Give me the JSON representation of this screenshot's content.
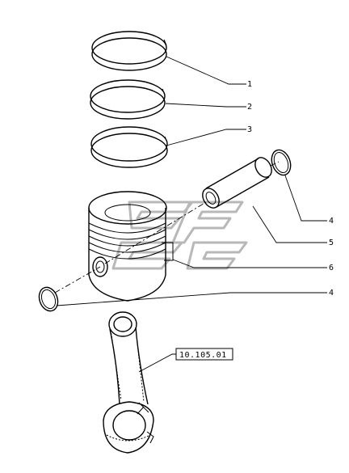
{
  "diagram": {
    "callouts": [
      {
        "id": "c1",
        "text": "1"
      },
      {
        "id": "c2",
        "text": "2"
      },
      {
        "id": "c3",
        "text": "3"
      },
      {
        "id": "c4a",
        "text": "4"
      },
      {
        "id": "c5",
        "text": "5"
      },
      {
        "id": "c6",
        "text": "6"
      },
      {
        "id": "c4b",
        "text": "4"
      }
    ],
    "reference_label": "10.105.01"
  }
}
